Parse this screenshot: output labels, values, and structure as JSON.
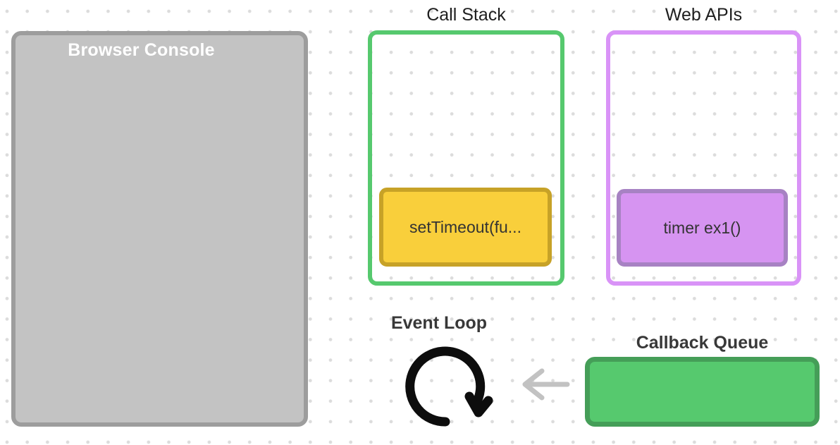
{
  "app": {
    "description": "JavaScript event loop visualization"
  },
  "console": {
    "title": "Browser Console",
    "fill": "#c3c3c3",
    "border": "#9d9d9d",
    "title_color": "#ffffff"
  },
  "call_stack": {
    "title": "Call Stack",
    "border": "#56c96e",
    "frames": [
      {
        "label": "setTimeout(fu...",
        "fill": "#f9cf3b",
        "border": "#c7a227"
      }
    ]
  },
  "web_apis": {
    "title": "Web APIs",
    "border": "#d993f7",
    "tasks": [
      {
        "label": "timer ex1()",
        "fill": "#d694f1",
        "border": "#a782c3"
      }
    ]
  },
  "event_loop": {
    "title": "Event Loop",
    "icon": "clockwise-loop-arrow-icon",
    "icon_color": "#0d0d0d"
  },
  "callback_queue": {
    "title": "Callback Queue",
    "fill": "#56c96e",
    "border": "#459e58",
    "items": []
  },
  "flow_arrow": {
    "name": "callback-queue-to-event-loop-arrow",
    "direction": "left",
    "color": "#c2c2c2"
  },
  "background": {
    "dot_color": "#dcdcdc",
    "fill": "#ffffff"
  }
}
